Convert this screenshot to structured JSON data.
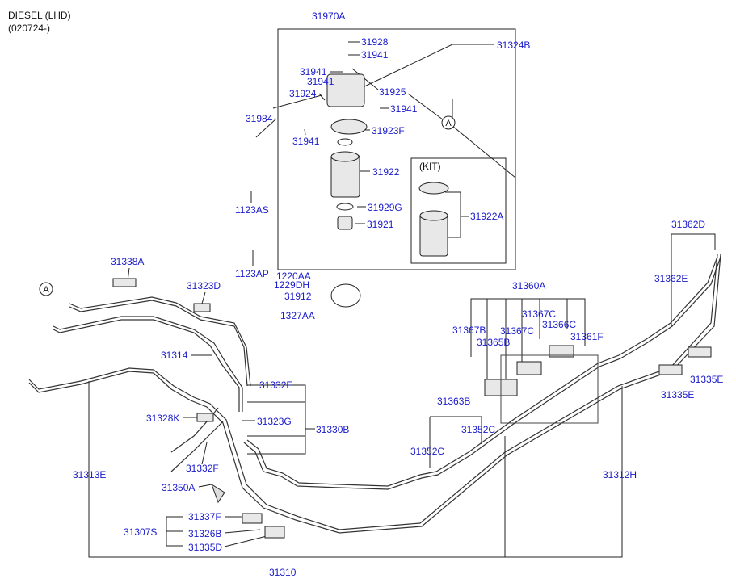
{
  "header": {
    "title": "DIESEL (LHD)",
    "subtitle": "(020724-)"
  },
  "kit_label": "(KIT)",
  "ref_letter": "A",
  "parts": {
    "p31970A": "31970A",
    "p31928": "31928",
    "p31941_a": "31941",
    "p31324B": "31324B",
    "p31941_b": "31941",
    "p31941_c": "31941",
    "p31925": "31925",
    "p31924": "31924",
    "p31941_d": "31941",
    "p31984": "31984",
    "p31941_e": "31941",
    "p31923F": "31923F",
    "p31922": "31922",
    "p1123AS": "1123AS",
    "p31929G": "31929G",
    "p31922A": "31922A",
    "p31921": "31921",
    "p1123AP": "1123AP",
    "p1220AA": "1220AA",
    "p1229DH": "1229DH",
    "p31912": "31912",
    "p1327AA": "1327AA",
    "p31338A": "31338A",
    "p31323D": "31323D",
    "p31314": "31314",
    "p31332F_a": "31332F",
    "p31323G": "31323G",
    "p31330B": "31330B",
    "p31328K": "31328K",
    "p31332F_b": "31332F",
    "p31313E": "31313E",
    "p31350A": "31350A",
    "p31337F": "31337F",
    "p31307S": "31307S",
    "p31326B": "31326B",
    "p31335D": "31335D",
    "p31310": "31310",
    "p31362D": "31362D",
    "p31362E": "31362E",
    "p31360A": "31360A",
    "p31367C_a": "31367C",
    "p31366C": "31366C",
    "p31367B": "31367B",
    "p31367C_b": "31367C",
    "p31361F": "31361F",
    "p31365B": "31365B",
    "p31335E_a": "31335E",
    "p31335E_b": "31335E",
    "p31363B": "31363B",
    "p31352C_a": "31352C",
    "p31352C_b": "31352C",
    "p31312H": "31312H"
  }
}
